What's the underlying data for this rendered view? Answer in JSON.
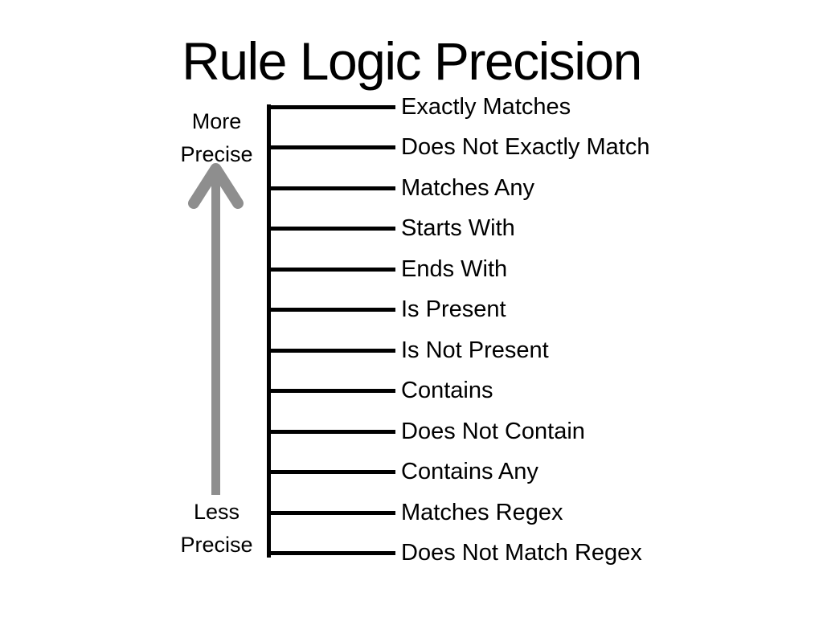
{
  "title": "Rule Logic Precision",
  "axis": {
    "direction": "up",
    "more": {
      "line1": "More",
      "line2": "Precise"
    },
    "less": {
      "line1": "Less",
      "line2": "Precise"
    }
  },
  "colors": {
    "background": "#ffffff",
    "text": "#000000",
    "ladder_line": "#000000",
    "arrow": "#8e8e8e"
  },
  "ladder": {
    "order_note": "most precise at top, least precise at bottom",
    "items": [
      "Exactly Matches",
      "Does Not Exactly Match",
      "Matches Any",
      "Starts With",
      "Ends With",
      "Is Present",
      "Is Not Present",
      "Contains",
      "Does Not Contain",
      "Contains Any",
      "Matches Regex",
      "Does Not Match Regex"
    ]
  }
}
